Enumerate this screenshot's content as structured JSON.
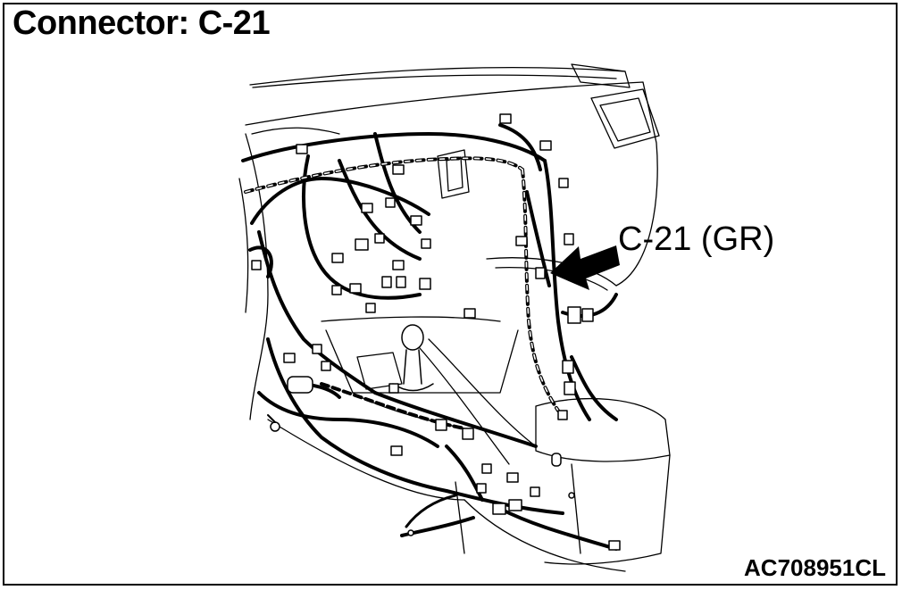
{
  "diagram": {
    "title": "Connector: C-21",
    "callout_label": "C-21 (GR)",
    "figure_id": "AC708951CL"
  },
  "colors": {
    "ink": "#000000",
    "paper": "#ffffff"
  }
}
